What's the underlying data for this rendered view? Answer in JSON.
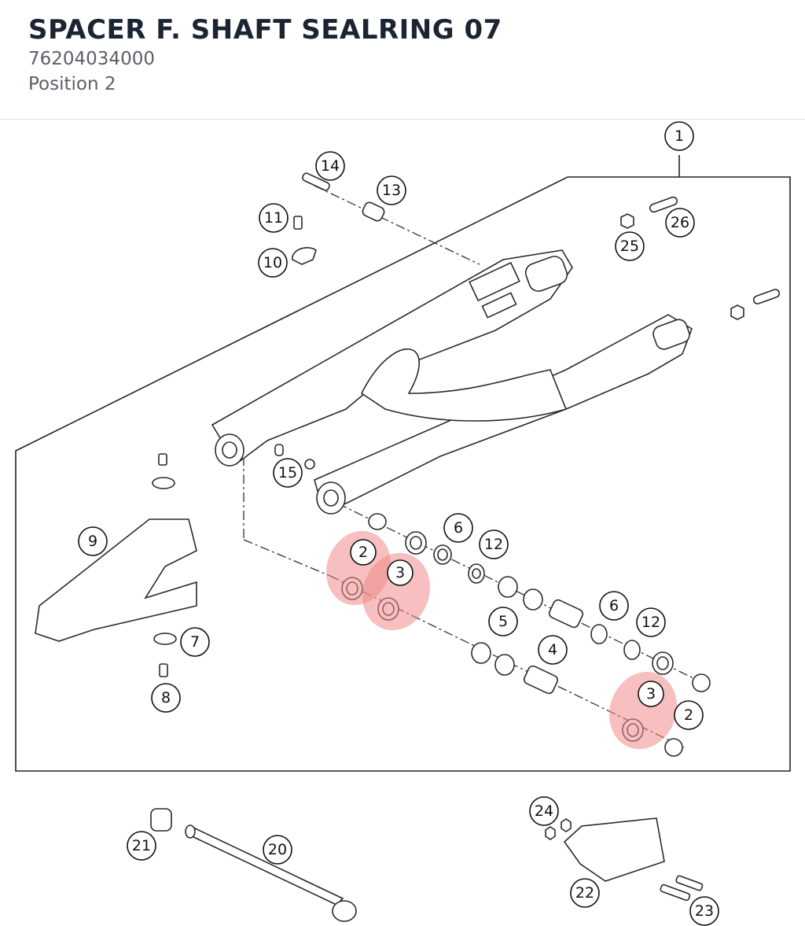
{
  "header": {
    "title": "SPACER F. SHAFT SEALRING 07",
    "part_number": "76204034000",
    "position": "Position 2"
  },
  "colors": {
    "title": "#1b2433",
    "subtitle": "#5a6068",
    "highlight": "#f08a8a"
  },
  "callouts": [
    "1",
    "2",
    "2",
    "3",
    "3",
    "4",
    "5",
    "6",
    "6",
    "7",
    "8",
    "9",
    "10",
    "11",
    "12",
    "12",
    "13",
    "14",
    "15",
    "20",
    "21",
    "22",
    "23",
    "24",
    "25",
    "26"
  ],
  "highlighted": [
    "2",
    "3",
    "3"
  ]
}
